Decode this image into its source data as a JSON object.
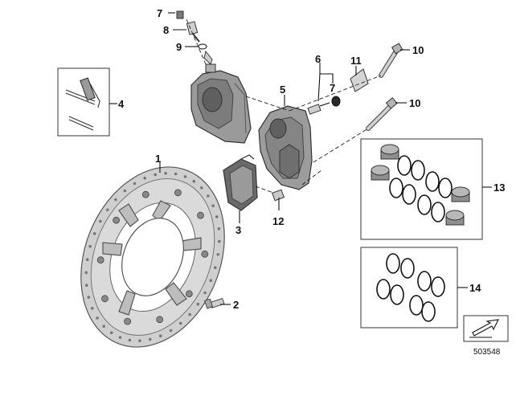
{
  "callouts": {
    "c1": "1",
    "c2": "2",
    "c3": "3",
    "c4": "4",
    "c5": "5",
    "c6": "6",
    "c7a": "7",
    "c7b": "7",
    "c8": "8",
    "c9": "9",
    "c10a": "10",
    "c10b": "10",
    "c11": "11",
    "c12": "12",
    "c13": "13",
    "c14": "14"
  },
  "reference_number": "503548",
  "colors": {
    "caliper_fill": "#9a9a9a",
    "caliper_dark": "#6e6e6e",
    "disc_fill": "#c8c8c8",
    "line": "#111111"
  }
}
